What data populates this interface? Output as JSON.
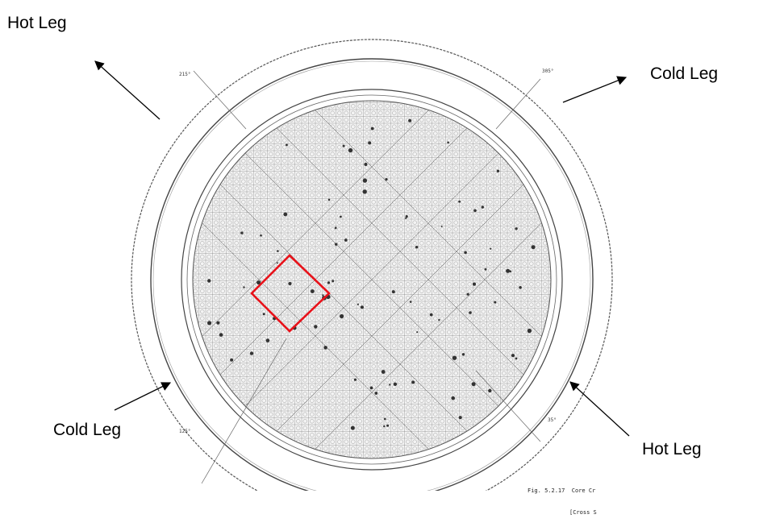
{
  "labels": {
    "hot_leg_top_left": "Hot Leg",
    "cold_leg_top_right": "Cold Leg",
    "cold_leg_bottom_left": "Cold Leg",
    "hot_leg_bottom_right": "Hot Leg"
  },
  "angles": {
    "top_left": "215°",
    "top_right": "305°",
    "bottom_left": "125°",
    "bottom_right": "35°"
  },
  "caption": {
    "line1": "Fig. 5.2.17  Core Cr",
    "line2": "[Cross S"
  },
  "colors": {
    "highlight": "#e8121a",
    "ink": "#333333"
  }
}
